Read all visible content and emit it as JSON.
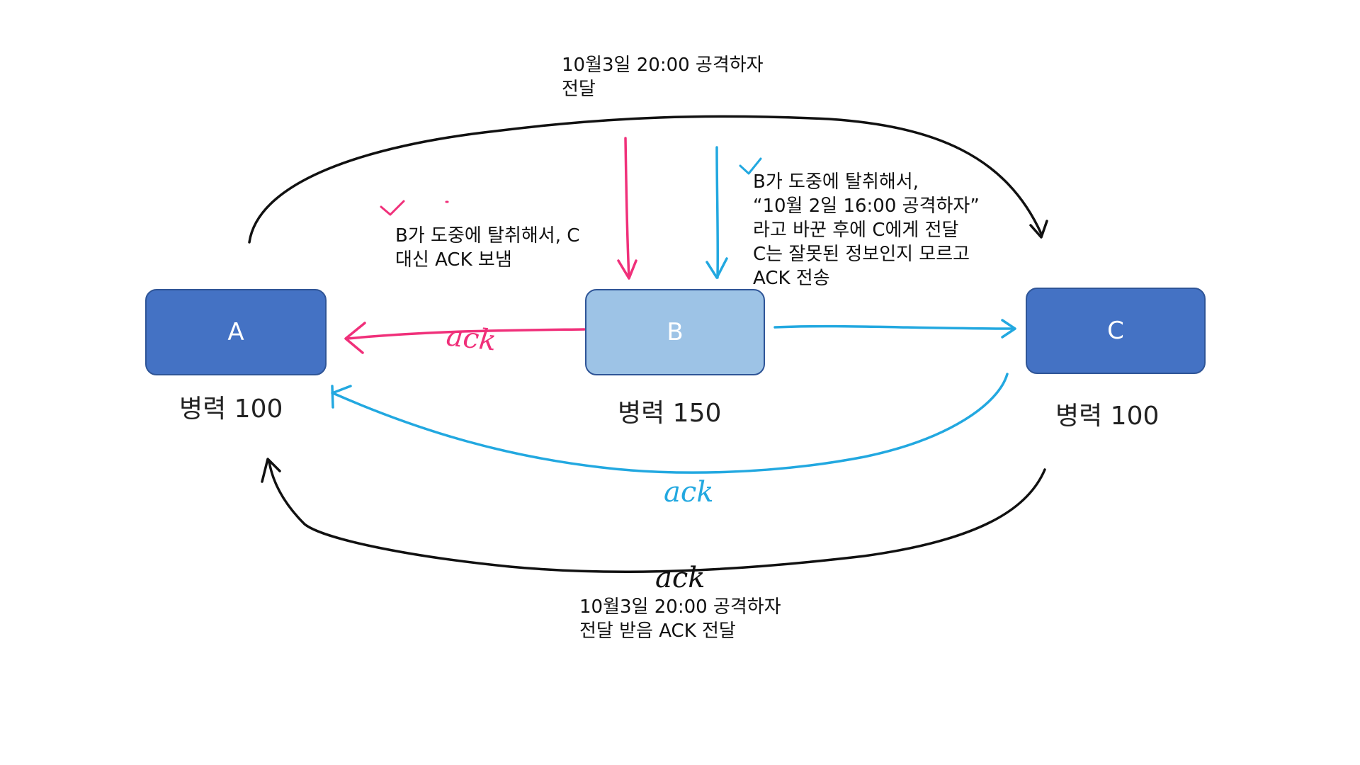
{
  "nodes": {
    "a": {
      "label": "A",
      "troops": "병력 100"
    },
    "b": {
      "label": "B",
      "troops": "병력 150"
    },
    "c": {
      "label": "C",
      "troops": "병력 100"
    }
  },
  "notes": {
    "top": {
      "line1": "10월3일 20:00 공격하자",
      "line2": "전달"
    },
    "left": {
      "line1": "B가 도중에 탈취해서, C",
      "line2": "대신 ACK 보냄"
    },
    "right": {
      "line1": "B가 도중에 탈취해서,",
      "line2": "“10월 2일 16:00 공격하자”",
      "line3": "라고 바꾼 후에 C에게 전달",
      "line4": "C는 잘못된 정보인지 모르고",
      "line5": "ACK 전송"
    },
    "bottom": {
      "line1": "10월3일 20:00 공격하자",
      "line2": "전달 받음 ACK 전달"
    }
  },
  "handwritten": {
    "ack_pink": "ack",
    "ack_blue": "ack",
    "ack_black": "ack"
  },
  "colors": {
    "box_dark": "#4472c4",
    "box_light": "#9dc3e6",
    "box_border": "#2f5597",
    "pink": "#f0307a",
    "blue": "#22a8e0",
    "black": "#111111"
  }
}
